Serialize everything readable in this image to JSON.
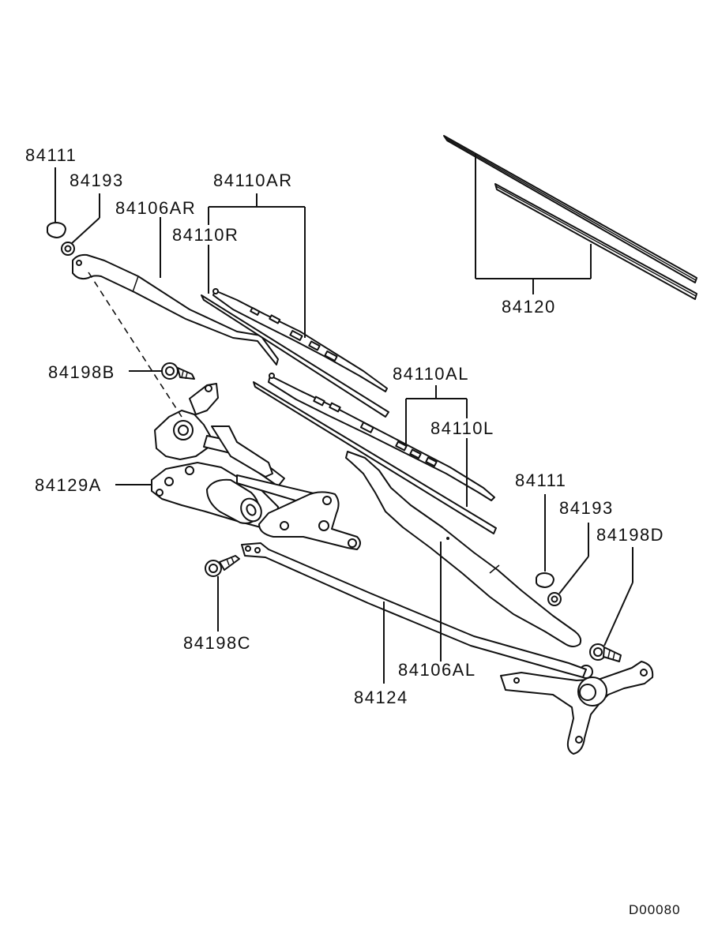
{
  "labels": {
    "p84111_top": "84111",
    "p84193_top": "84193",
    "p84106AR": "84106AR",
    "p84110AR": "84110AR",
    "p84110R": "84110R",
    "p84120": "84120",
    "p84198B": "84198B",
    "p84110AL": "84110AL",
    "p84110L": "84110L",
    "p84129A": "84129A",
    "p84111_right": "84111",
    "p84193_right": "84193",
    "p84198D": "84198D",
    "p84198C": "84198C",
    "p84106AL": "84106AL",
    "p84124": "84124"
  },
  "drawing_code": "D00080"
}
